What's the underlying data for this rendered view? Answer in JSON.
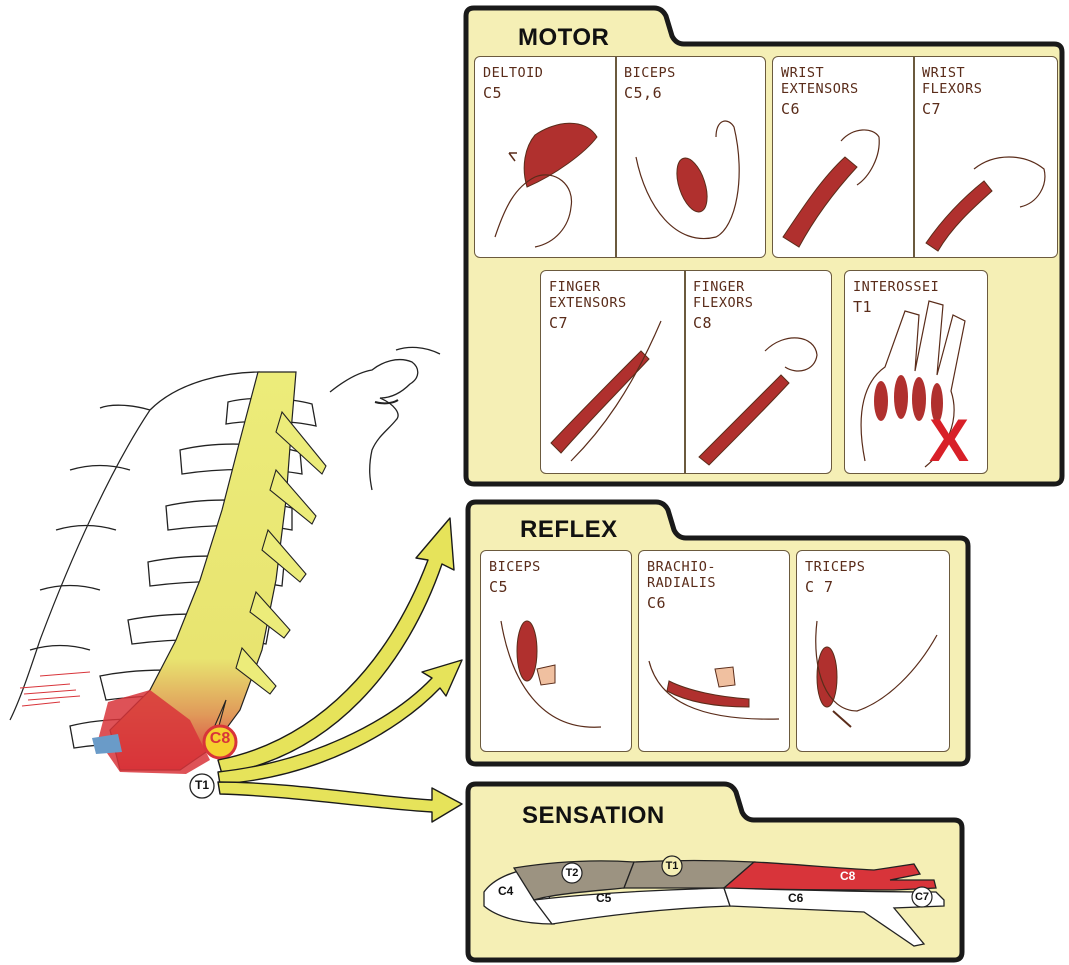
{
  "panels": {
    "motor": {
      "title": "MOTOR",
      "items": [
        {
          "name": "DELTOID",
          "level": "C5"
        },
        {
          "name": "BICEPS",
          "level": "C5,6"
        },
        {
          "name": "WRIST\nEXTENSORS",
          "level": "C6"
        },
        {
          "name": "WRIST\nFLEXORS",
          "level": "C7"
        },
        {
          "name": "FINGER\nEXTENSORS",
          "level": "C7"
        },
        {
          "name": "FINGER\nFLEXORS",
          "level": "C8"
        },
        {
          "name": "INTEROSSEI",
          "level": "T1"
        }
      ],
      "deficit_mark": "X"
    },
    "reflex": {
      "title": "REFLEX",
      "items": [
        {
          "name": "BICEPS",
          "level": "C5"
        },
        {
          "name": "BRACHIO-\nRADIALIS",
          "level": "C6"
        },
        {
          "name": "TRICEPS",
          "level": "C 7"
        }
      ]
    },
    "sensation": {
      "title": "SENSATION",
      "dermatomes": [
        "C4",
        "T2",
        "C5",
        "T1",
        "C6",
        "C8",
        "C7"
      ]
    }
  },
  "spine": {
    "highlight_level": "C8",
    "lower_level": "T1"
  },
  "colors": {
    "panel_fill": "#f5efb5",
    "panel_border": "#1a1a1a",
    "nerve_yellow": "#ecec7a",
    "affected_red": "#d8343a",
    "dermatome_gray": "#9c9381",
    "arrow_yellow": "#e6e35a",
    "muscle_red": "#b0302e"
  }
}
